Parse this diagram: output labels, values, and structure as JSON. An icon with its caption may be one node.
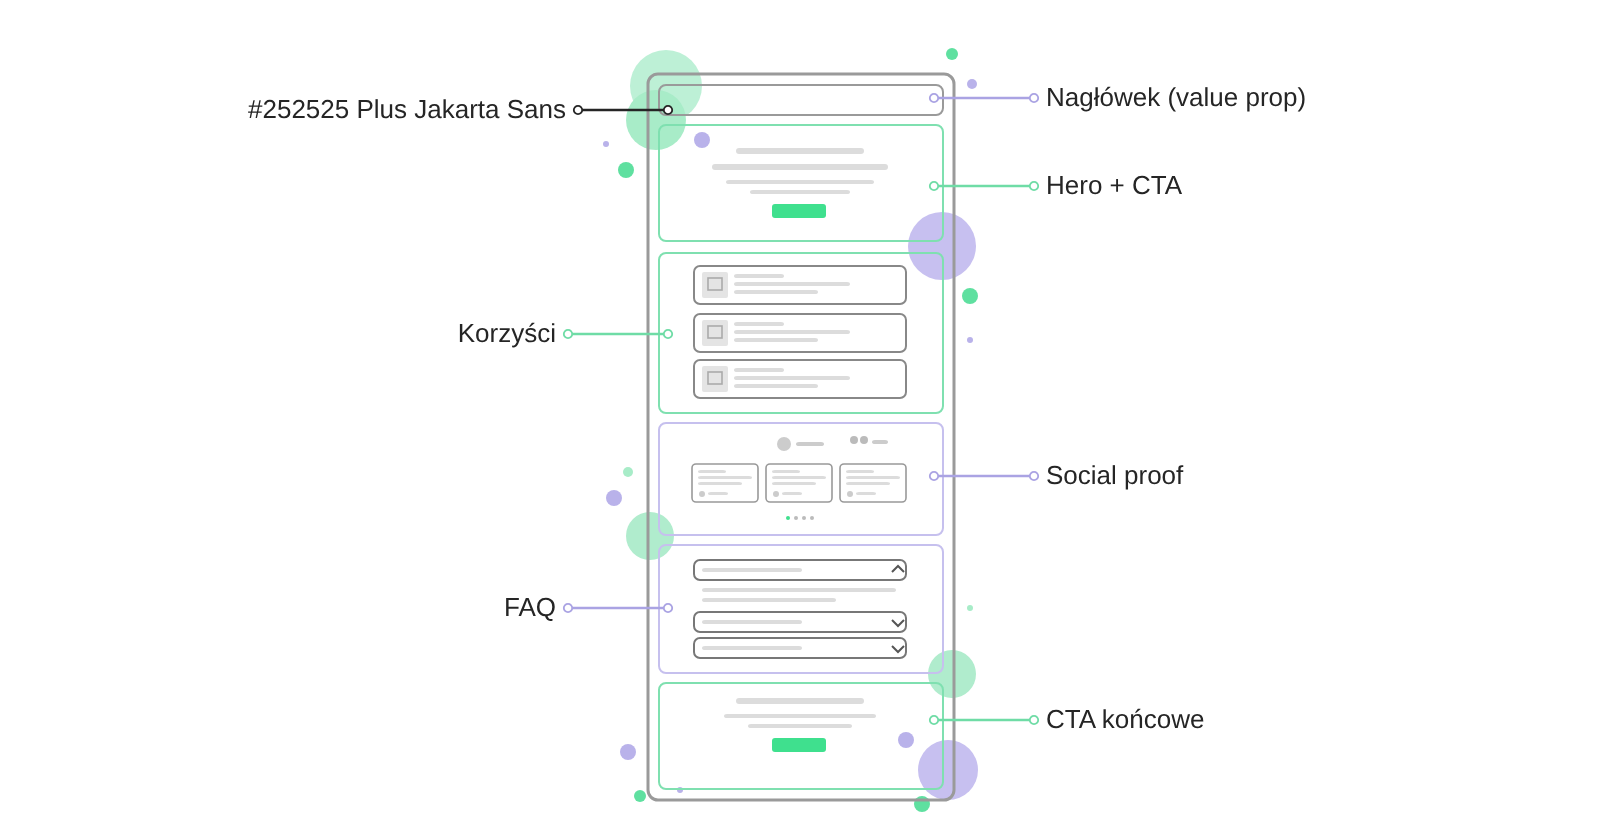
{
  "diagram": {
    "nodes": [
      {
        "text": [
          "#252525 Plus Jakarta Sans"
        ]
      },
      {
        "text": [
          "Nagłówek (value prop)"
        ]
      },
      {
        "text": [],
        "shape": "box"
      },
      {
        "text": [],
        "shape": "box"
      },
      {
        "text": [
          "Hero + CTA"
        ]
      },
      {
        "text": [
          "Korzyści"
        ]
      },
      {
        "text": [],
        "shape": "box"
      },
      {
        "text": [],
        "shape": "box"
      },
      {
        "text": [
          "Social proof"
        ]
      },
      {
        "text": [
          "FAQ"
        ]
      },
      {
        "text": [],
        "shape": "box"
      },
      {
        "text": [],
        "shape": "box"
      },
      {
        "text": [
          "CTA końcowe"
        ]
      }
    ],
    "edges": [
      {
        "from": 0,
        "to": 2,
        "arrow": "other",
        "color": "#252525"
      },
      {
        "from": 1,
        "to": 2,
        "arrow": "other",
        "color": "#aaa3e3"
      },
      {
        "from": 4,
        "to": 3,
        "arrow": "other",
        "color": "#6fdca6"
      },
      {
        "from": 5,
        "to": 6,
        "arrow": "other",
        "color": "#6fdca6"
      },
      {
        "from": 8,
        "to": 7,
        "arrow": "other",
        "color": "#aaa3e3"
      },
      {
        "from": 9,
        "to": 10,
        "arrow": "other",
        "color": "#aaa3e3"
      },
      {
        "from": 12,
        "to": 11,
        "arrow": "other",
        "color": "#6fdca6"
      }
    ]
  }
}
